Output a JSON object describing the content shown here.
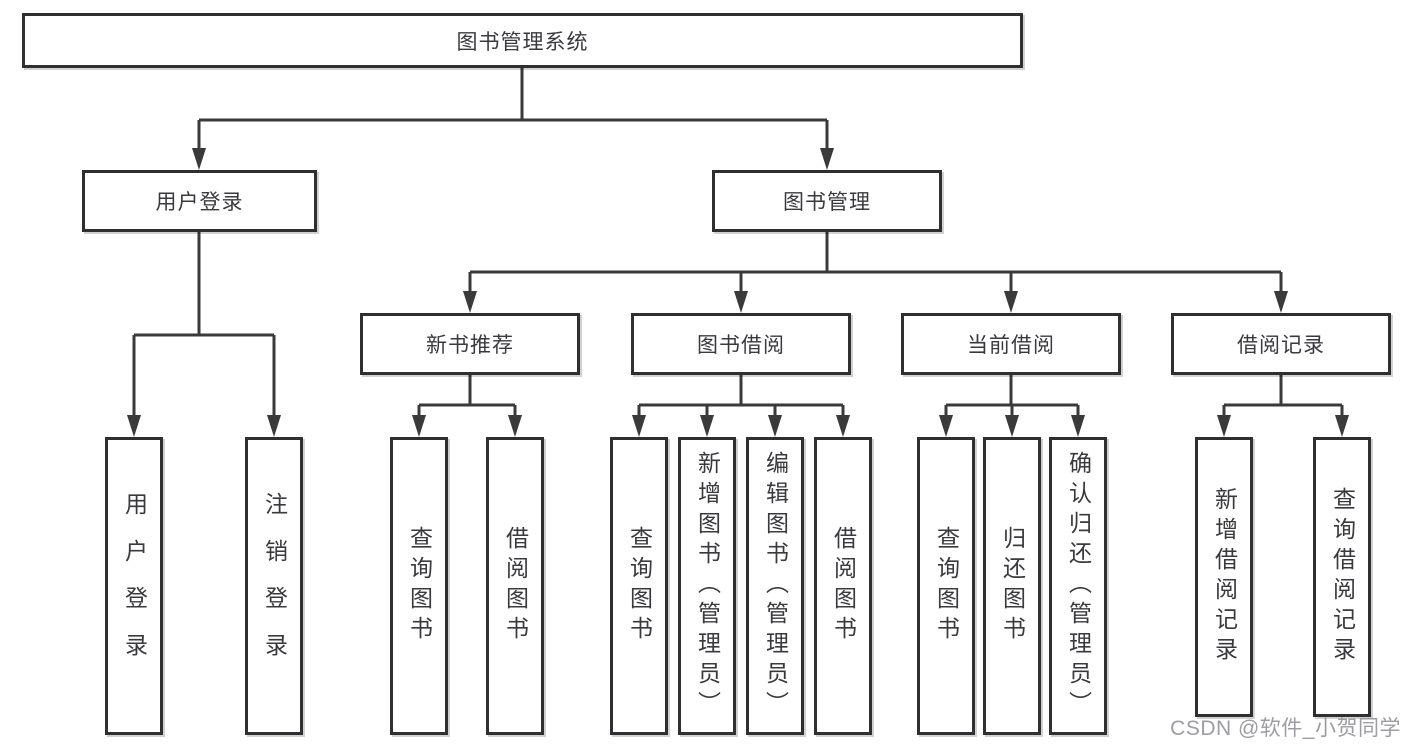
{
  "nodes": {
    "root": "图书管理系统",
    "user_login": "用户登录",
    "book_mgmt": "图书管理",
    "new_books": "新书推荐",
    "book_borrow": "图书借阅",
    "current_borrow": "当前借阅",
    "borrow_records": "借阅记录"
  },
  "leaves": {
    "user_login": [
      "用户登录",
      "注销登录"
    ],
    "new_books": [
      "查询图书",
      "借阅图书"
    ],
    "book_borrow": [
      "查询图书",
      "新增图书（管理员）",
      "编辑图书（管理员）",
      "借阅图书"
    ],
    "current_borrow": [
      "查询图书",
      "归还图书",
      "确认归还（管理员）"
    ],
    "borrow_records": [
      "新增借阅记录",
      "查询借阅记录"
    ]
  },
  "watermark": "CSDN @软件_小贺同学",
  "colors": {
    "line": "#3a3a3a",
    "box_border": "#2f2f31",
    "text": "#3a3a3e",
    "watermark": "#9d9da1",
    "background": "#ffffff"
  }
}
